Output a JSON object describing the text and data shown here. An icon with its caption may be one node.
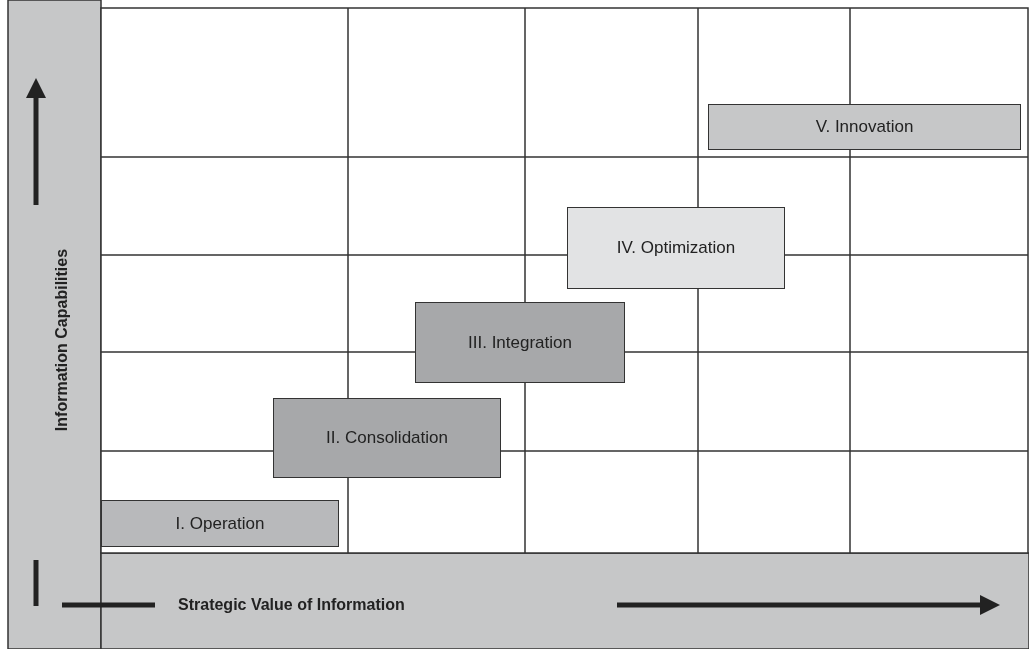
{
  "diagram": {
    "nodes": [
      {
        "text": [
          "I. Operation"
        ]
      },
      {
        "text": [
          "II. Consolidation"
        ]
      },
      {
        "text": [
          "III. Integration"
        ]
      },
      {
        "text": [
          "IV. Optimization"
        ]
      },
      {
        "text": [
          "V. Innovation"
        ]
      }
    ],
    "labels": [
      "Information Capabilities",
      "Strategic Value of Information"
    ]
  }
}
